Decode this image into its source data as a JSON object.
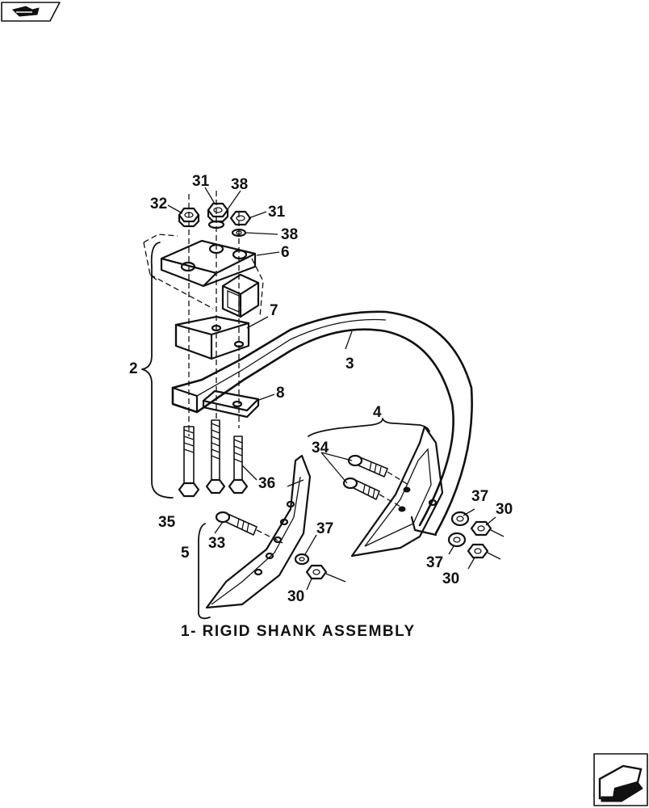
{
  "caption": "1- RIGID SHANK ASSEMBLY",
  "nav": {
    "top_left_icon": "back-arrow-icon",
    "bottom_right_icon": "next-page-arrow-icon"
  },
  "callouts": {
    "c31a": "31",
    "c38a": "38",
    "c32": "32",
    "c31b": "31",
    "c38b": "38",
    "c6": "6",
    "c7": "7",
    "c2": "2",
    "c3": "3",
    "c8": "8",
    "c4": "4",
    "c34": "34",
    "c36": "36",
    "c35": "35",
    "c5": "5",
    "c33": "33",
    "c37a": "37",
    "c30a": "30",
    "c37b": "37",
    "c30b": "30",
    "c37c": "37",
    "c30c": "30"
  }
}
